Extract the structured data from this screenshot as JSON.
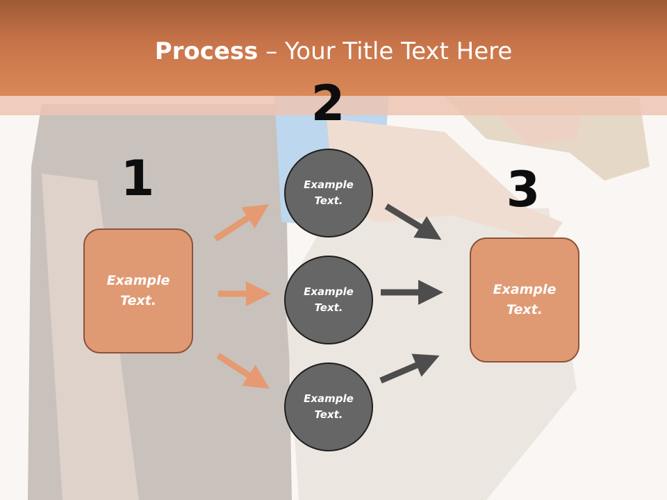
{
  "title": {
    "bold": "Process",
    "rest": " – Your Title Text Here"
  },
  "steps": [
    {
      "number": "1",
      "text": "Example\nText."
    },
    {
      "number": "2",
      "text": ""
    },
    {
      "number": "3",
      "text": "Example\nText."
    }
  ],
  "circles": [
    {
      "text": "Example\nText."
    },
    {
      "text": "Example\nText."
    },
    {
      "text": "Example\nText."
    }
  ],
  "colors": {
    "title_band": "#c8744a",
    "box_fill": "#e09a73",
    "box_border": "#8c5338",
    "circle_fill": "#666666",
    "left_arrows": "#e59a72",
    "right_arrows": "#4d4d4d"
  }
}
